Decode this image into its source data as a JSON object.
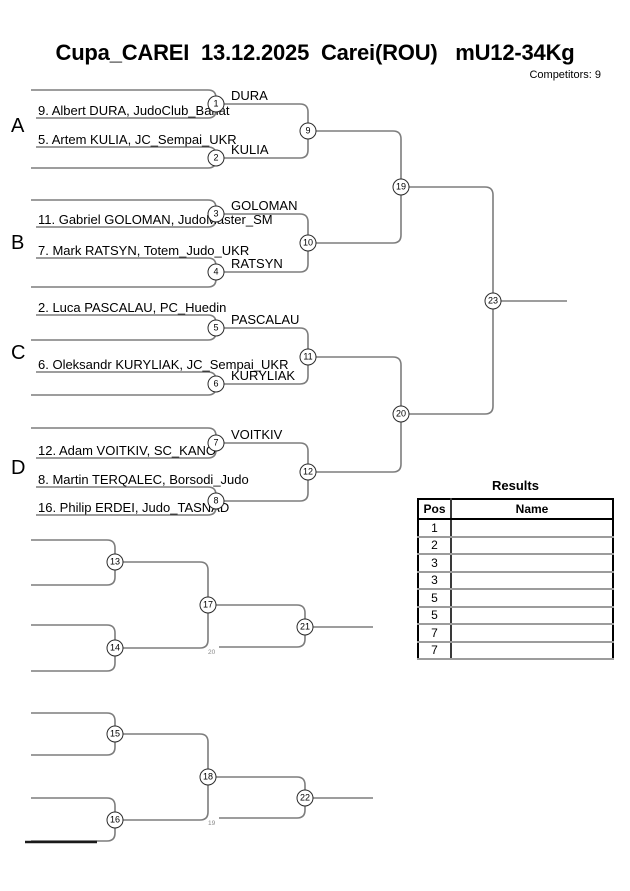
{
  "header": {
    "title": "Cupa_CAREI  13.12.2025  Carei(ROU)   mU12-34Kg",
    "competitors": "Competitors: 9"
  },
  "sections": [
    "A",
    "B",
    "C",
    "D"
  ],
  "players": [
    "9. Albert DURA, JudoClub_Banat",
    "5. Artem KULIA, JC_Sempai_UKR",
    "11. Gabriel GOLOMAN, JudoMaster_SM",
    "7. Mark RATSYN, Totem_Judo_UKR",
    "2. Luca PASCALAU, PC_Huedin",
    "6. Oleksandr KURYLIAK, JC_Sempai_UKR",
    "12. Adam VOITKIV, SC_KANO",
    "8. Martin TERQALEC, Borsodi_Judo",
    "16. Philip ERDEI, Judo_TASNAD"
  ],
  "advancers": [
    "DURA",
    "KULIA",
    "GOLOMAN",
    "RATSYN",
    "PASCALAU",
    "KURYLIAK",
    "VOITKIV"
  ],
  "circles": {
    "c1": "1",
    "c2": "2",
    "c3": "3",
    "c4": "4",
    "c5": "5",
    "c6": "6",
    "c7": "7",
    "c8": "8",
    "c9": "9",
    "c10": "10",
    "c11": "11",
    "c12": "12",
    "c13": "13",
    "c14": "14",
    "c15": "15",
    "c16": "16",
    "c17": "17",
    "c18": "18",
    "c19": "19",
    "c20": "20",
    "c21": "21",
    "c22": "22",
    "c23": "23"
  },
  "repechage_sources": {
    "upper": "20",
    "lower": "19"
  },
  "results": {
    "title": "Results",
    "columns": [
      "Pos",
      "Name"
    ],
    "rows": [
      {
        "pos": "1",
        "name": ""
      },
      {
        "pos": "2",
        "name": ""
      },
      {
        "pos": "3",
        "name": ""
      },
      {
        "pos": "3",
        "name": ""
      },
      {
        "pos": "5",
        "name": ""
      },
      {
        "pos": "5",
        "name": ""
      },
      {
        "pos": "7",
        "name": ""
      },
      {
        "pos": "7",
        "name": ""
      }
    ]
  },
  "colors": {
    "line": "#7d7d7d",
    "dark_line": "#1a1a1a",
    "text": "#000000"
  }
}
